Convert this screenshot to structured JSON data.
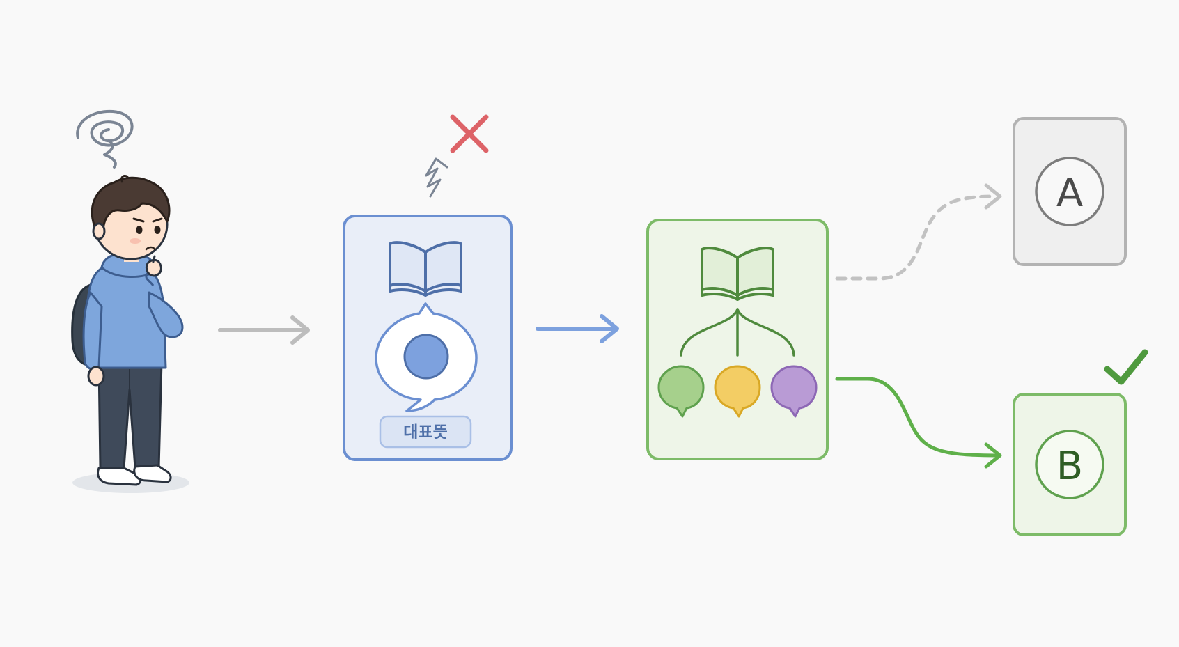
{
  "cards": {
    "representative": {
      "badge_label": "대표뜻",
      "status_icon": "red-x-mark",
      "accent_color": "#6b8fd1",
      "fill_color": "#e9eef8"
    },
    "multi_meaning": {
      "status_icon": "book-branching",
      "accent_color": "#5fa14e",
      "fill_color": "#eef5e8",
      "meaning_bubble_colors": [
        "#a6d08c",
        "#f3cd64",
        "#b99bd5"
      ]
    },
    "option_a": {
      "letter": "A",
      "state": "rejected",
      "accent_color": "#a9a9a9"
    },
    "option_b": {
      "letter": "B",
      "state": "correct",
      "accent_color": "#5fa14e",
      "check_icon": "check-icon"
    }
  },
  "colors": {
    "background": "#f9f9f9",
    "arrow_gray": "#bdbdbd",
    "arrow_blue": "#7da1de",
    "arrow_green": "#5fb04a",
    "cross_red": "#dd6368"
  }
}
